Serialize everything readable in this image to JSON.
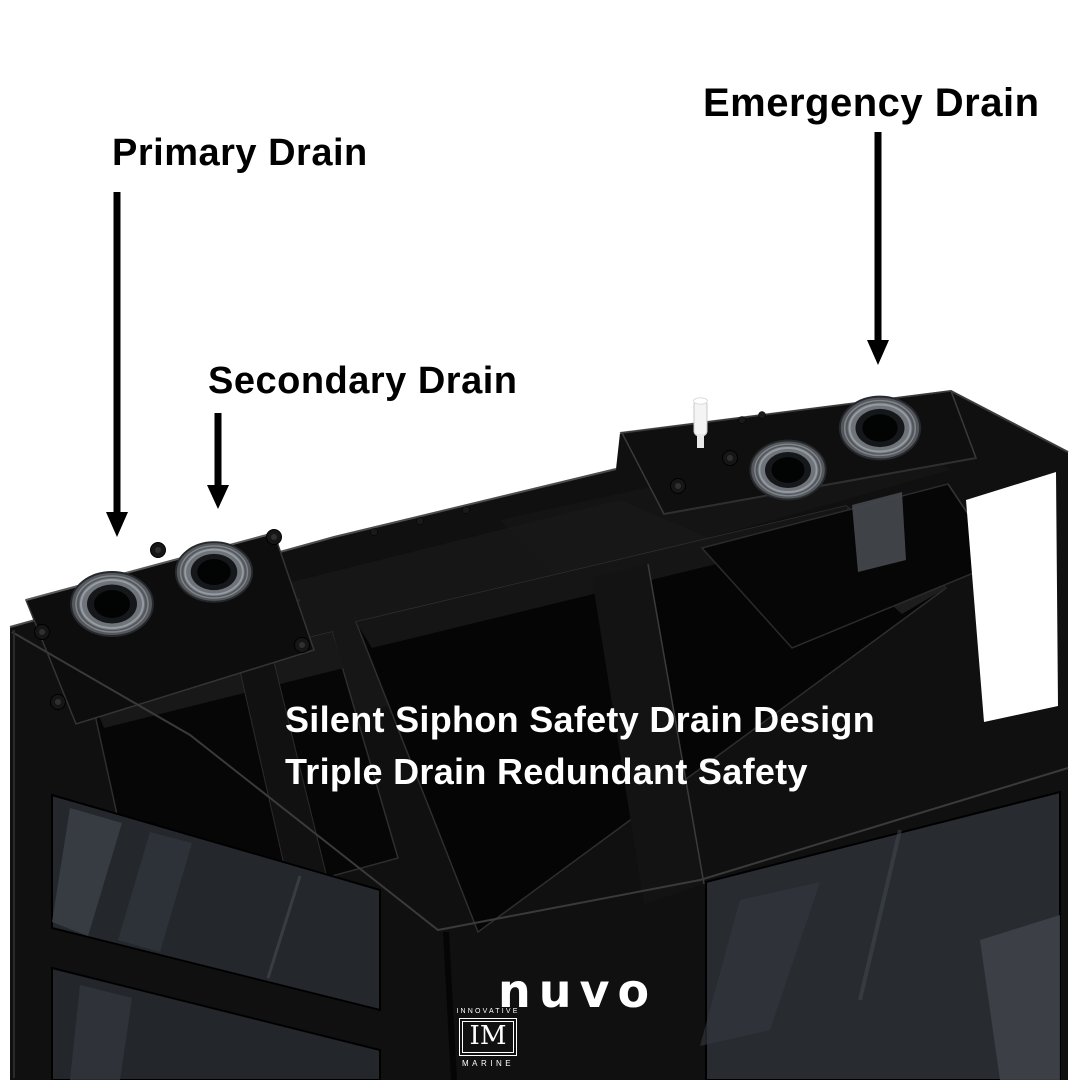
{
  "annotations": {
    "primary_drain": "Primary Drain",
    "secondary_drain": "Secondary Drain",
    "emergency_drain": "Emergency Drain"
  },
  "overlay": {
    "line1": "Silent Siphon Safety Drain Design",
    "line2": "Triple Drain Redundant Safety"
  },
  "branding": {
    "logo": "nuvo",
    "badge_top": "INNOVATIVE",
    "badge_monogram": "IM",
    "badge_bottom": "MARINE"
  },
  "colors": {
    "background": "#ffffff",
    "label_text": "#000000",
    "overlay_text": "#ffffff",
    "tank_black": "#101010",
    "fitting_gray": "#6e747a",
    "window_gray": "#24282d"
  }
}
